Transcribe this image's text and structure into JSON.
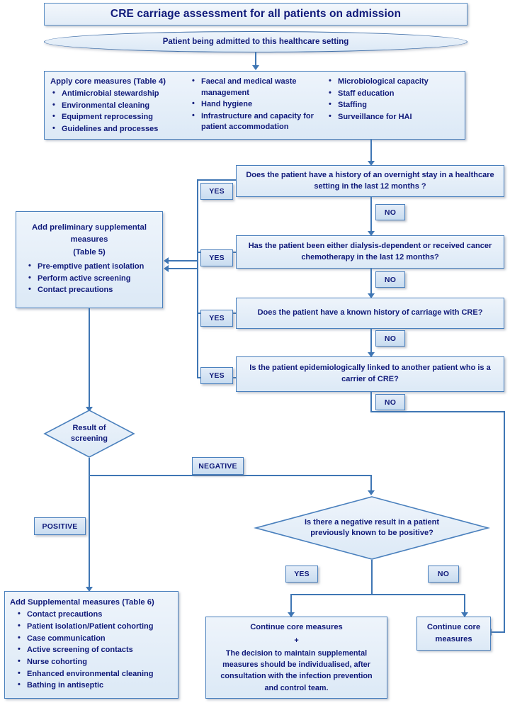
{
  "title": "CRE carriage assessment for all patients on admission",
  "start": {
    "label": "Patient being admitted to this healthcare setting"
  },
  "core_measures": {
    "heading": "Apply core measures (Table 4)",
    "column1": [
      "Antimicrobial stewardship",
      "Environmental cleaning",
      "Equipment reprocessing",
      "Guidelines and processes"
    ],
    "column2": [
      "Faecal and medical waste management",
      "Hand hygiene",
      "Infrastructure and capacity for patient accommodation"
    ],
    "column3": [
      "Microbiological capacity",
      "Staff education",
      "Staffing",
      "Surveillance for HAI"
    ]
  },
  "questions": [
    {
      "id": "q1",
      "text": "Does the patient have a history of an overnight stay in a healthcare setting in the last 12 months ?"
    },
    {
      "id": "q2",
      "text": "Has the patient been either dialysis-dependent or received cancer chemotherapy in the last 12 months?"
    },
    {
      "id": "q3",
      "text": "Does the patient have a known history of carriage with CRE?"
    },
    {
      "id": "q4",
      "text": "Is the patient epidemiologically linked to another patient who is a carrier of CRE?"
    }
  ],
  "preliminary": {
    "heading_line1": "Add  preliminary supplemental",
    "heading_line2": "measures",
    "heading_line3": "(Table 5)",
    "items": [
      "Pre-emptive patient isolation",
      "Perform active screening",
      "Contact precautions"
    ]
  },
  "screening_diamond": {
    "line1": "Result of",
    "line2": "screening"
  },
  "negative_diamond": {
    "line1": "Is there a negative result in a patient",
    "line2": "previously known to be positive?"
  },
  "supplemental": {
    "heading": "Add Supplemental measures (Table 6)",
    "items": [
      "Contact precautions",
      "Patient isolation/Patient cohorting",
      "Case communication",
      "Active screening of contacts",
      "Nurse cohorting",
      "Enhanced environmental cleaning",
      "Bathing in antiseptic"
    ]
  },
  "continue_full": {
    "line1": "Continue core measures",
    "plus": "+",
    "body": "The decision to maintain supplemental measures should be individualised, after consultation with the infection prevention and control team."
  },
  "continue_short": {
    "line1": "Continue core",
    "line2": "measures"
  },
  "labels": {
    "yes": "YES",
    "no": "NO",
    "positive": "POSITIVE",
    "negative": "NEGATIVE"
  },
  "colors": {
    "node_fill_top": "#eef4fb",
    "node_fill_bottom": "#dce9f6",
    "border": "#4a80bd",
    "text": "#101a7a",
    "connector": "#3f76b4",
    "tag_fill": "#c8dcf0"
  }
}
